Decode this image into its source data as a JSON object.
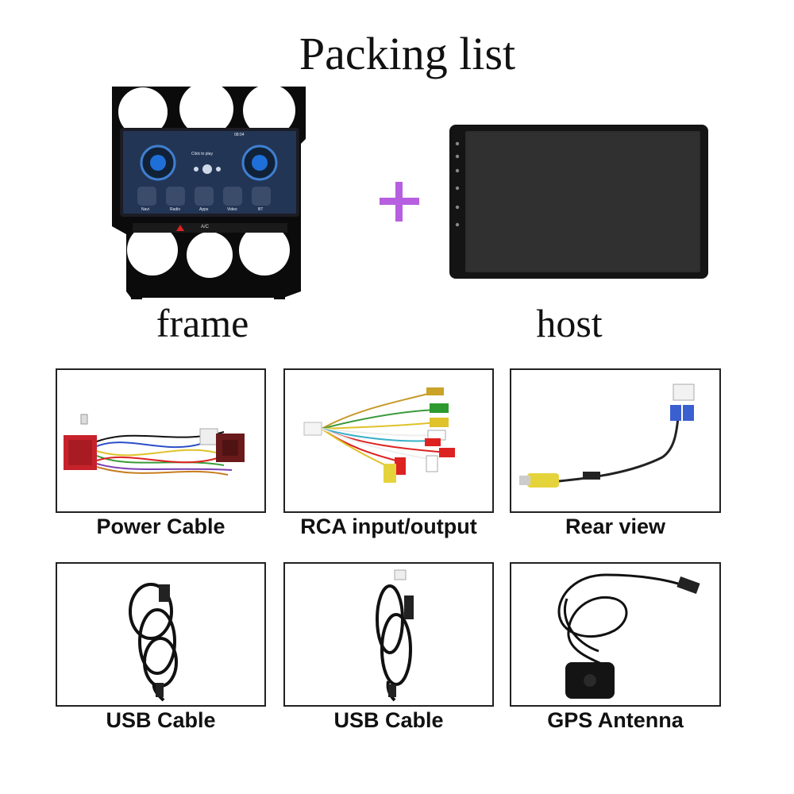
{
  "title": "Packing list",
  "main_items": [
    {
      "label": "frame"
    },
    {
      "label": "host"
    }
  ],
  "plus_symbol": "+",
  "plus_color": "#b65fe0",
  "frame_screen": {
    "time": "08:04",
    "media_hint": "Click to play",
    "apps": [
      "Navi",
      "Radio",
      "Apps",
      "Video",
      "BT"
    ],
    "climate_label": "A/C"
  },
  "accessories": [
    {
      "label": "Power Cable",
      "icon": "power-cable-harness"
    },
    {
      "label": "RCA input/output",
      "icon": "rca-cable"
    },
    {
      "label": "Rear view",
      "icon": "rear-view-cable"
    },
    {
      "label": "USB Cable",
      "icon": "usb-cable"
    },
    {
      "label": "USB Cable",
      "icon": "usb-cable"
    },
    {
      "label": "GPS Antenna",
      "icon": "gps-antenna"
    }
  ]
}
